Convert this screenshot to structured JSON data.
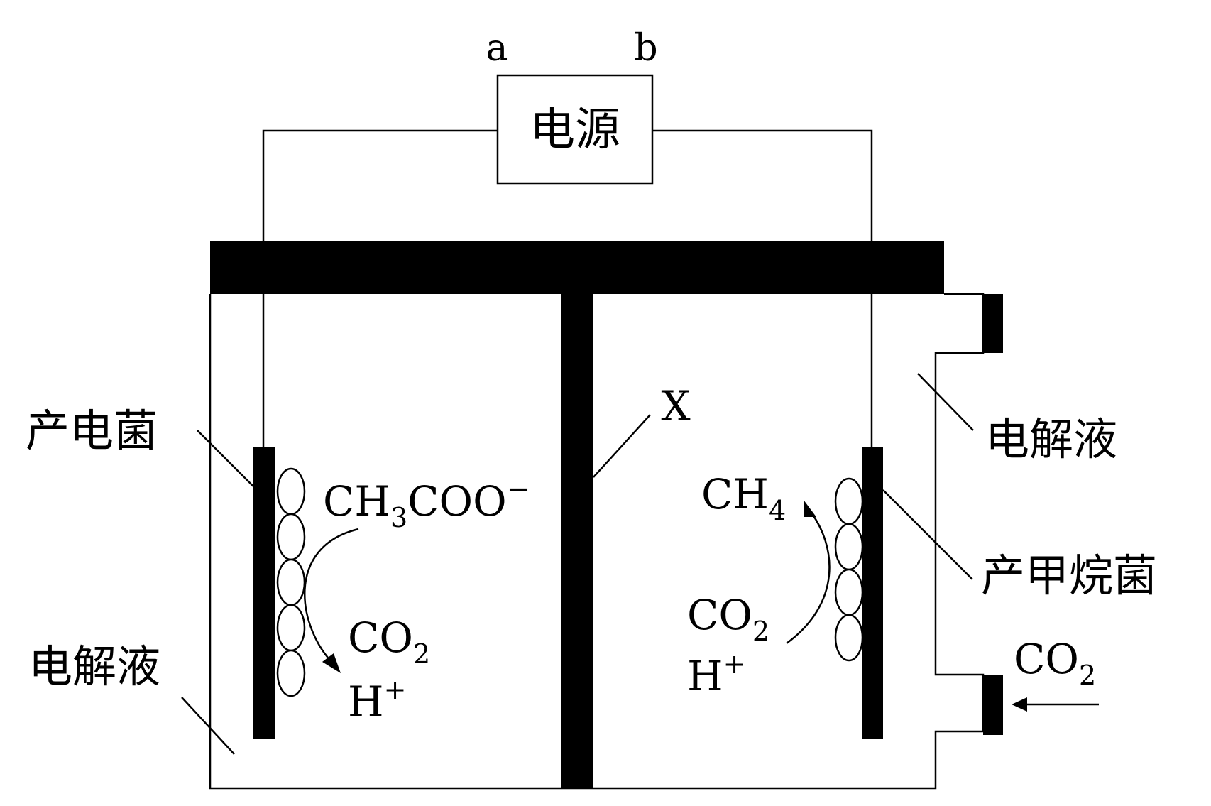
{
  "power_source": {
    "label": "电源",
    "terminal_a": "a",
    "terminal_b": "b"
  },
  "left_chamber": {
    "bacteria_label": "产电菌",
    "electrolyte_label": "电解液",
    "reactant": {
      "main": "CH",
      "sub": "3",
      "tail": "COO",
      "sup": "−"
    },
    "products": {
      "co2": {
        "main": "CO",
        "sub": "2"
      },
      "h": {
        "main": "H",
        "sup": "+"
      }
    }
  },
  "membrane": {
    "label": "X"
  },
  "right_chamber": {
    "electrolyte_label": "电解液",
    "bacteria_label": "产甲烷菌",
    "product": {
      "main": "CH",
      "sub": "4"
    },
    "reactants": {
      "co2": {
        "main": "CO",
        "sub": "2"
      },
      "h": {
        "main": "H",
        "sup": "+"
      }
    },
    "inlet": {
      "main": "CO",
      "sub": "2"
    }
  },
  "colors": {
    "ink": "#000000",
    "background": "#ffffff"
  }
}
